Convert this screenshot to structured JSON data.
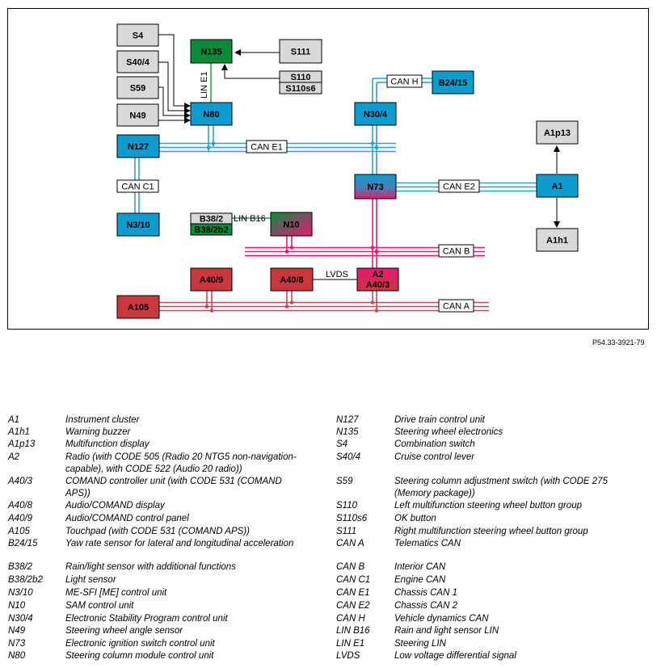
{
  "reference": "P54.33-3921-79",
  "diagram": {
    "units": {
      "S4": "S4",
      "S40_4": "S40/4",
      "S59": "S59",
      "N49": "N49",
      "N135": "N135",
      "S111": "S111",
      "S110": "S110",
      "S110s6": "S110s6",
      "N80": "N80",
      "N30_4": "N30/4",
      "B24_15": "B24/15",
      "A1p13": "A1p13",
      "N127": "N127",
      "N3_10": "N3/10",
      "N73": "N73",
      "A1": "A1",
      "A1h1": "A1h1",
      "B38_2": "B38/2",
      "B38_2b2": "B38/2b2",
      "N10": "N10",
      "A40_9": "A40/9",
      "A40_8": "A40/8",
      "A2": "A2",
      "A40_3": "A40/3",
      "A105": "A105"
    },
    "bus_labels": {
      "lin_e1": "LIN E1",
      "can_h": "CAN H",
      "can_e1": "CAN E1",
      "can_c1": "CAN C1",
      "can_e2": "CAN E2",
      "lin_b16": "LIN B16",
      "can_b": "CAN B",
      "lvds": "LVDS",
      "can_a": "CAN A"
    },
    "colors": {
      "can_blue": "#29a3c9",
      "can_red": "#c24c57",
      "can_pink": "#e6196f",
      "unit_blue": "#0e9bd0",
      "unit_red": "#c9373e",
      "unit_green": "#0b8b3a",
      "unit_gray": "#d9d9d9",
      "lin_green": "#2e9a50"
    }
  },
  "legend_left": [
    {
      "code": "A1",
      "desc": "Instrument cluster"
    },
    {
      "code": "A1h1",
      "desc": "Warning buzzer"
    },
    {
      "code": "A1p13",
      "desc": "Multifunction display"
    },
    {
      "code": "A2",
      "desc": "Radio (with CODE 505 (Radio 20 NTG5 non-navigation-capable), with CODE 522 (Audio 20 radio))"
    },
    {
      "code": "A40/3",
      "desc": "COMAND controller unit (with CODE 531 (COMAND APS))"
    },
    {
      "code": "A40/8",
      "desc": "Audio/COMAND display"
    },
    {
      "code": "A40/9",
      "desc": "Audio/COMAND control panel"
    },
    {
      "code": "A105",
      "desc": "Touchpad (with CODE 531 (COMAND APS))"
    },
    {
      "code": "B24/15",
      "desc": "Yaw rate sensor for lateral and longitudinal acceleration"
    },
    {
      "code": "B38/2",
      "desc": "Rain/light sensor with additional functions"
    },
    {
      "code": "B38/2b2",
      "desc": "Light sensor"
    },
    {
      "code": "N3/10",
      "desc": "ME-SFI [ME] control unit"
    },
    {
      "code": "N10",
      "desc": "SAM control unit"
    },
    {
      "code": "N30/4",
      "desc": "Electronic Stability Program control unit"
    },
    {
      "code": "N49",
      "desc": "Steering wheel angle sensor"
    },
    {
      "code": "N73",
      "desc": "Electronic ignition switch control unit"
    },
    {
      "code": "N80",
      "desc": "Steering column module control unit"
    }
  ],
  "legend_right": [
    {
      "code": "N127",
      "desc": "Drive train control unit"
    },
    {
      "code": "N135",
      "desc": "Steering wheel electronics"
    },
    {
      "code": "S4",
      "desc": "Combination switch"
    },
    {
      "code": "S40/4",
      "desc": "Cruise control lever"
    },
    {
      "code": "S59",
      "desc": "Steering column adjustment switch (with CODE 275 (Memory package))"
    },
    {
      "code": "S110",
      "desc": "Left multifunction steering wheel button group"
    },
    {
      "code": "S110s6",
      "desc": "OK button"
    },
    {
      "code": "S111",
      "desc": "Right multifunction steering wheel button group"
    },
    {
      "code": "CAN A",
      "desc": "Telematics CAN"
    },
    {
      "code": "CAN B",
      "desc": "Interior CAN"
    },
    {
      "code": "CAN C1",
      "desc": "Engine CAN"
    },
    {
      "code": "CAN E1",
      "desc": "Chassis CAN 1"
    },
    {
      "code": "CAN E2",
      "desc": "Chassis CAN 2"
    },
    {
      "code": "CAN H",
      "desc": "Vehicle dynamics CAN"
    },
    {
      "code": "LIN B16",
      "desc": "Rain and light sensor LIN"
    },
    {
      "code": "LIN E1",
      "desc": "Steering LIN"
    },
    {
      "code": "LVDS",
      "desc": "Low voltage differential signal"
    }
  ]
}
